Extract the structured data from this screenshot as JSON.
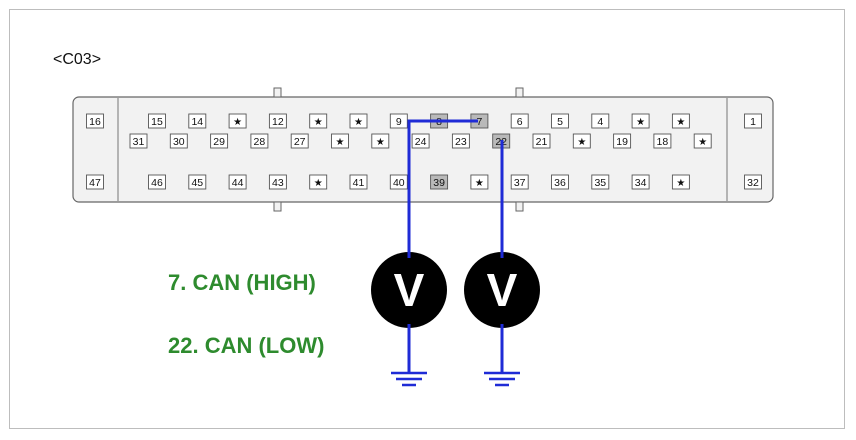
{
  "connector": {
    "id": "<C03>",
    "row_top": [
      "15",
      "14",
      "★",
      "12",
      "★",
      "★",
      "9",
      "8",
      "7",
      "6",
      "5",
      "4",
      "★",
      "★"
    ],
    "row_mid": [
      "31",
      "30",
      "29",
      "28",
      "27",
      "★",
      "★",
      "24",
      "23",
      "22",
      "21",
      "★",
      "19",
      "18",
      "★"
    ],
    "row_bot": [
      "46",
      "45",
      "44",
      "43",
      "★",
      "41",
      "40",
      "39",
      "★",
      "37",
      "36",
      "35",
      "34",
      "★"
    ],
    "left_top": "16",
    "left_bot": "47",
    "right_top": "1",
    "right_bot": "32"
  },
  "meters": [
    {
      "symbol": "V"
    },
    {
      "symbol": "V"
    }
  ],
  "legend": {
    "high": "7. CAN (HIGH)",
    "low": "22. CAN (LOW)"
  },
  "colors": {
    "wire": "#1f2bd6",
    "legend_text": "#2e8b2e",
    "connector_fill": "#f2f2f2",
    "pin_fill": "#ffffff",
    "highlight_pin": "#b9b9b9",
    "meter_fill": "#000000"
  }
}
